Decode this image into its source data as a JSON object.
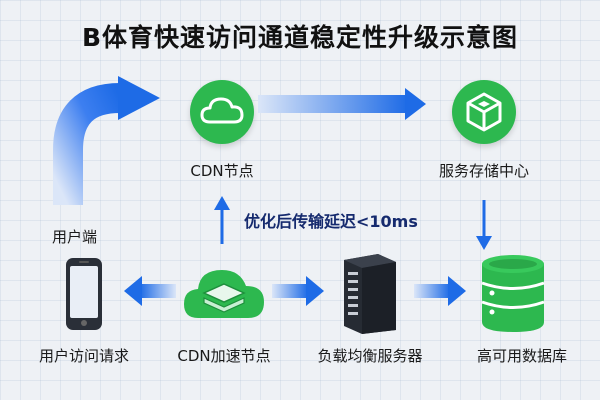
{
  "title": "B体育快速访问通道稳定性升级示意图",
  "nodes": {
    "cdn_node": "CDN节点",
    "storage_center": "服务存储中心",
    "user_end": "用户端",
    "user_request": "用户访问请求",
    "cdn_accel": "CDN加速节点",
    "load_balancer": "负载均衡服务器",
    "ha_database": "高可用数据库"
  },
  "annotation": "优化后传输延迟<10ms",
  "icons": {
    "cloud": "cloud-icon",
    "cube": "cube-icon",
    "phone": "smartphone-icon",
    "cloud_layers": "cloud-layers-icon",
    "server": "server-icon",
    "database": "database-icon"
  },
  "colors": {
    "green": "#2db84f",
    "blue_arrow": "#1e6be6",
    "title": "#111111"
  }
}
